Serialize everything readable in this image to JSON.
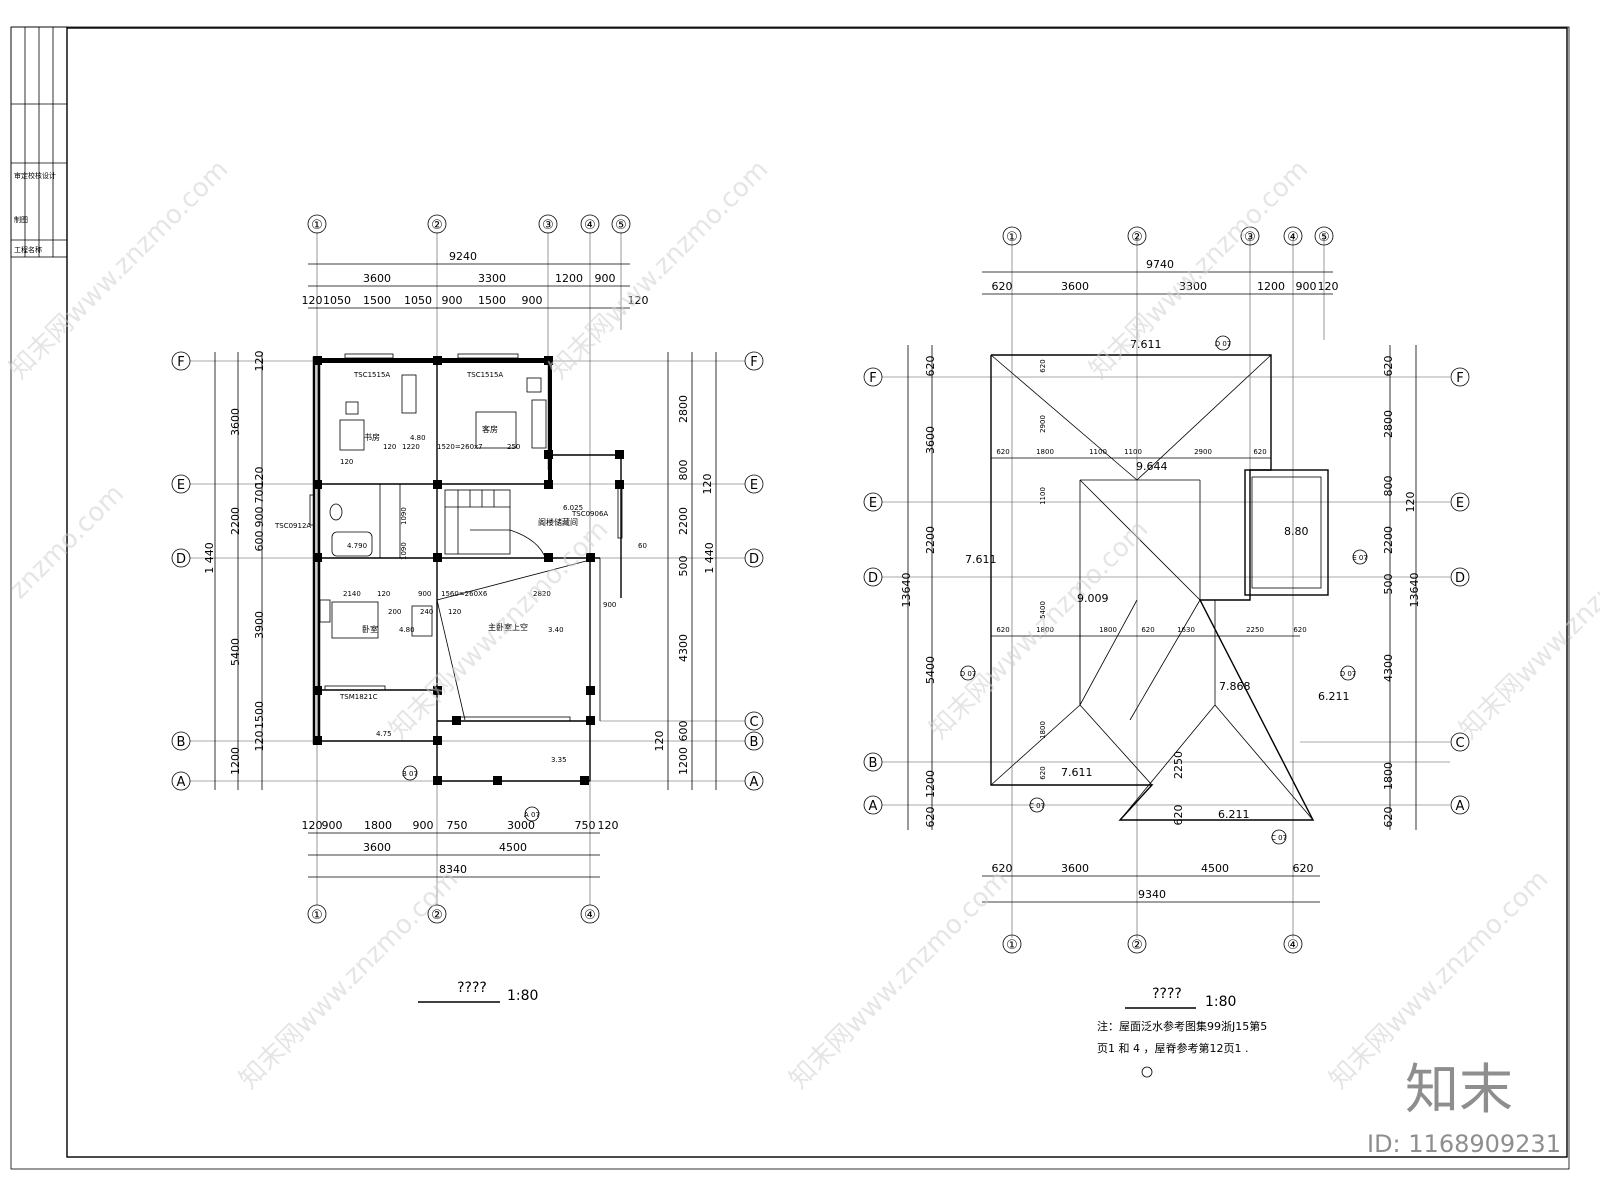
{
  "watermarks": [
    "知末网www.znzmo.com",
    "znzmo.com",
    "www.znzmo.com"
  ],
  "title_block": {
    "cells": [
      "审定",
      "校核",
      "设计",
      "制图",
      "工程名称"
    ]
  },
  "plan_left": {
    "title": "????",
    "scale": "1:80",
    "top_axes": [
      "①",
      "②",
      "③",
      "④",
      "⑤"
    ],
    "bottom_axes": [
      "①",
      "②",
      "④"
    ],
    "left_axes": [
      "F",
      "E",
      "D",
      "B",
      "A"
    ],
    "right_axes": [
      "F",
      "E",
      "D",
      "C",
      "B",
      "A"
    ],
    "dims_top_total": "9240",
    "dims_top_mid": [
      "3600",
      "3300",
      "1200",
      "900"
    ],
    "dims_top_fine": [
      "120",
      "1050",
      "1500",
      "1050",
      "900",
      "1500",
      "900",
      "120"
    ],
    "dims_bottom_fine": [
      "120",
      "900",
      "1800",
      "900",
      "750",
      "3000",
      "750",
      "120"
    ],
    "dims_bottom_mid": [
      "3600",
      "4500"
    ],
    "dims_bottom_total": "8340",
    "dims_left_outer": [
      "3600",
      "2200",
      "5400",
      "1200"
    ],
    "dims_left_total": "1 440",
    "dims_left_fine": [
      "120",
      "600",
      "900",
      "700",
      "120",
      "3900",
      "1500",
      "120"
    ],
    "dims_right_outer": [
      "2800",
      "800",
      "120",
      "2200",
      "500",
      "4300",
      "600",
      "120",
      "1200"
    ],
    "dims_right_total": "1 440",
    "rooms": [
      "书房",
      "客房",
      "卧室",
      "主卧室上空",
      "阁楼储藏间"
    ],
    "window_tags": [
      "TSC1515A",
      "TSC1515A",
      "TSC0912A",
      "TSC0906A",
      "TSM1821C"
    ],
    "stair_notes": [
      "1520=260x7",
      "250",
      "1560=260X6",
      "2820"
    ],
    "inner_dims": [
      "120",
      "1220",
      "120",
      "2140",
      "120",
      "200",
      "240",
      "120",
      "900",
      "1090",
      "1090",
      "60"
    ],
    "levels": [
      "4.80",
      "6.025",
      "4.80",
      "3.40",
      "4.75",
      "3.35",
      "4.790"
    ],
    "detail_refs": [
      "B 07",
      "A 07"
    ]
  },
  "plan_right": {
    "title": "????",
    "scale": "1:80",
    "note_line1": "注：屋面泛水参考图集99浙J15第5",
    "note_line2": "页1 和 4 ，屋脊参考第12页1 .",
    "top_axes": [
      "①",
      "②",
      "③",
      "④",
      "⑤"
    ],
    "bottom_axes": [
      "①",
      "②",
      "④"
    ],
    "left_axes": [
      "F",
      "E",
      "D",
      "B",
      "A"
    ],
    "right_axes": [
      "F",
      "E",
      "D",
      "C",
      "A"
    ],
    "dims_top_total": "9740",
    "dims_top": [
      "620",
      "3600",
      "3300",
      "1200",
      "900",
      "120"
    ],
    "dims_bottom": [
      "620",
      "3600",
      "4500",
      "620"
    ],
    "dims_bottom_total": "9340",
    "dims_left": [
      "620",
      "3600",
      "2200",
      "5400",
      "1200",
      "620"
    ],
    "dims_left_total": "13640",
    "dims_right": [
      "620",
      "2800",
      "800",
      "120",
      "2200",
      "500",
      "4300",
      "1800",
      "620"
    ],
    "dims_right_total": "13640",
    "roof_dims_upper": [
      "620",
      "1800",
      "1100",
      "1100",
      "2900",
      "620"
    ],
    "roof_dims_lower": [
      "620",
      "1800",
      "1800",
      "620",
      "1630",
      "2250",
      "620"
    ],
    "roof_dims_vertical": [
      "620",
      "2900",
      "1100",
      "5400",
      "1800",
      "620",
      "2250",
      "620"
    ],
    "levels": [
      "7.611",
      "9.644",
      "8.80",
      "7.611",
      "9.009",
      "7.868",
      "6.211",
      "7.611",
      "6.211"
    ],
    "detail_refs": [
      "D 07",
      "E 07",
      "D 07",
      "D 07",
      "C 07",
      "C 07"
    ]
  },
  "brand": {
    "logo": "知末",
    "id_label": "ID: 1168909231"
  }
}
